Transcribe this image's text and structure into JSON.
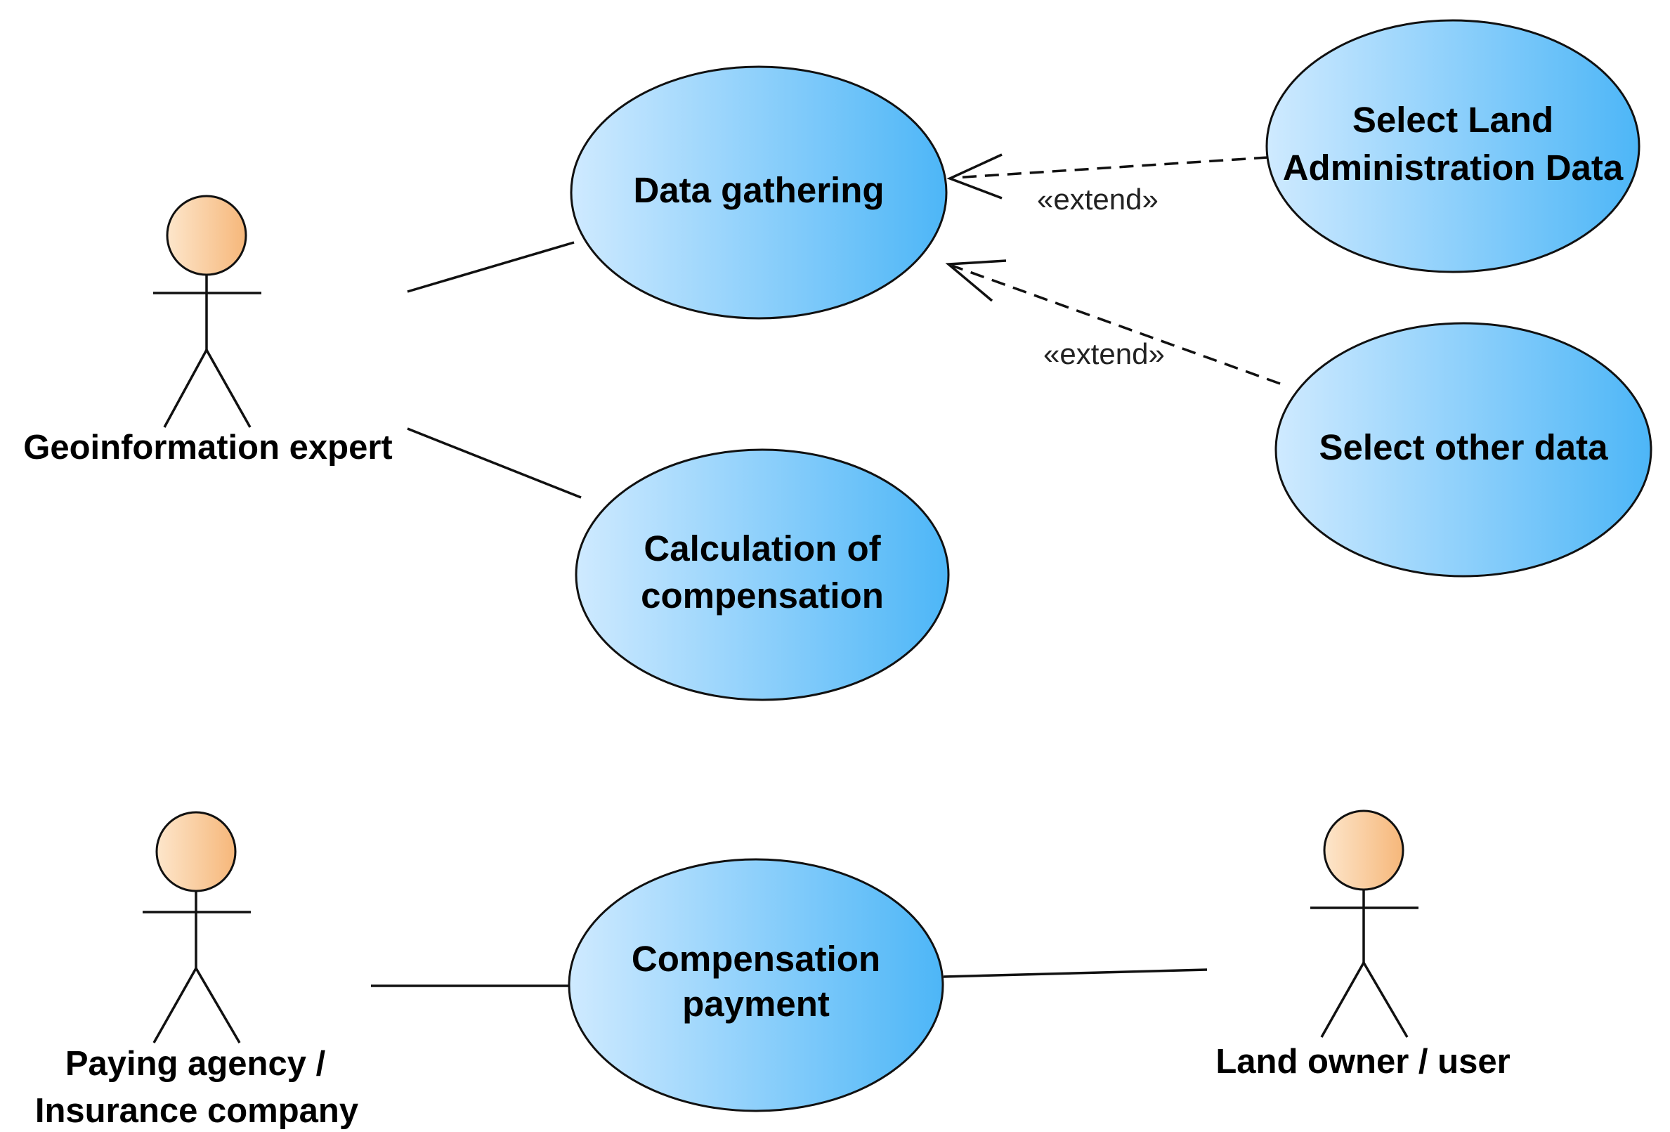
{
  "colors": {
    "usecase_fill_light": "#cfeaff",
    "usecase_fill_dark": "#4db6f7",
    "actor_head_light": "#fde6cb",
    "actor_head_dark": "#f6b77a",
    "stroke": "#111111"
  },
  "actors": {
    "geo": {
      "label": "Geoinformation expert"
    },
    "paying": {
      "line1": "Paying agency /",
      "line2": "Insurance company"
    },
    "landowner": {
      "label": "Land owner / user"
    }
  },
  "usecases": {
    "data_gathering": {
      "label": "Data gathering"
    },
    "calculation": {
      "line1": "Calculation of",
      "line2": "compensation"
    },
    "select_land": {
      "line1": "Select Land",
      "line2": "Administration Data"
    },
    "select_other": {
      "label": "Select other data"
    },
    "compensation_payment": {
      "line1": "Compensation",
      "line2": "payment"
    }
  },
  "relationships": {
    "extend_land": {
      "stereotype": "«extend»"
    },
    "extend_other": {
      "stereotype": "«extend»"
    }
  }
}
